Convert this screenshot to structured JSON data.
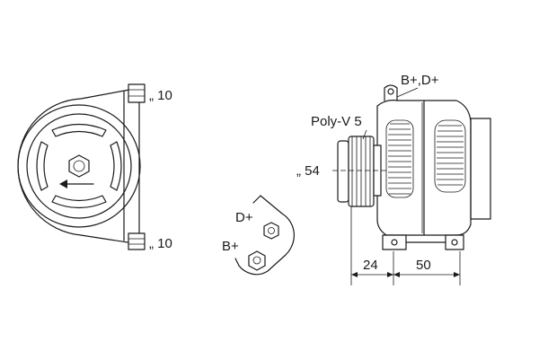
{
  "labels": {
    "bracket_top": "„ 10",
    "bracket_bottom": "„ 10",
    "pulley_diameter": "„ 54",
    "belt_type": "Poly-V 5",
    "terminals_header": "B+,D+",
    "terminal_d_plus": "D+",
    "terminal_b_plus": "B+",
    "dimension_left": "24",
    "dimension_right": "50"
  }
}
